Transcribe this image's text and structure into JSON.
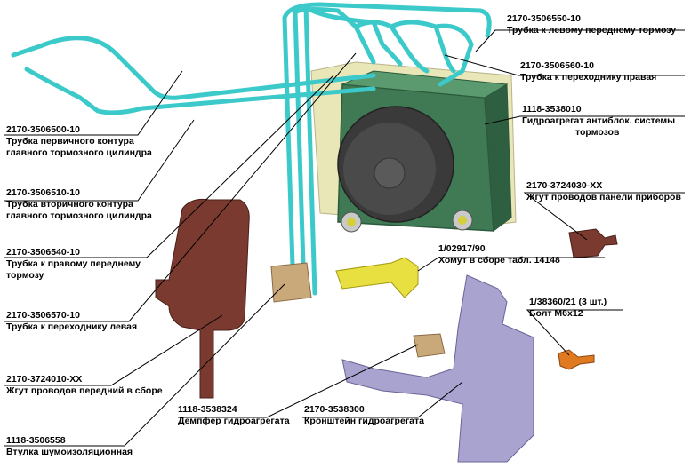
{
  "callouts": [
    {
      "id": "c1",
      "code": "2170-3506550-10",
      "desc": "Трубка к левому переднему тормозу"
    },
    {
      "id": "c2",
      "code": "2170-3506560-10",
      "desc": "Трубка к переходнику правая"
    },
    {
      "id": "c3",
      "code": "1118-3538010",
      "desc": "Гидроагрегат антиблок. системы",
      "desc2": "тормозов"
    },
    {
      "id": "c4",
      "code": "2170-3724030-XX",
      "desc": "Жгут проводов панели приборов"
    },
    {
      "id": "c5",
      "code": "1/02917/90",
      "desc": "Хомут в сборе табл. 14148"
    },
    {
      "id": "c6",
      "code": "1/38360/21 (3 шт.)",
      "desc": "Болт М6х12"
    },
    {
      "id": "c7",
      "code": "2170-3506500-10",
      "desc": "Трубка первичного контура",
      "desc2": "главного тормозного цилиндра"
    },
    {
      "id": "c8",
      "code": "2170-3506510-10",
      "desc": "Трубка вторичного контура",
      "desc2": "главного тормозного цилиндра"
    },
    {
      "id": "c9",
      "code": "2170-3506540-10",
      "desc": "Трубка к правому переднему",
      "desc2": "тормозу"
    },
    {
      "id": "c10",
      "code": "2170-3506570-10",
      "desc": "Трубка к переходнику левая"
    },
    {
      "id": "c11",
      "code": "2170-3724010-XX",
      "desc": "Жгут проводов передний в сборе"
    },
    {
      "id": "c12",
      "code": "1118-3538324",
      "desc": "Демпфер гидроагрегата"
    },
    {
      "id": "c13",
      "code": "2170-3538300",
      "desc": "Кронштейн гидроагрегата"
    },
    {
      "id": "c14",
      "code": "1118-3506558",
      "desc": "Втулка шумоизоляционная"
    }
  ],
  "colors": {
    "tube": "#3cc9c9",
    "tube_dark": "#1e9a9a",
    "hydro_block": "#3f7a55",
    "motor": "#3a3a3a",
    "bracket": "#a9a3cf",
    "harness": "#7a3a30",
    "clamp": "#e8e040",
    "damper": "#c9a97a",
    "bolt": "#e07a20"
  }
}
